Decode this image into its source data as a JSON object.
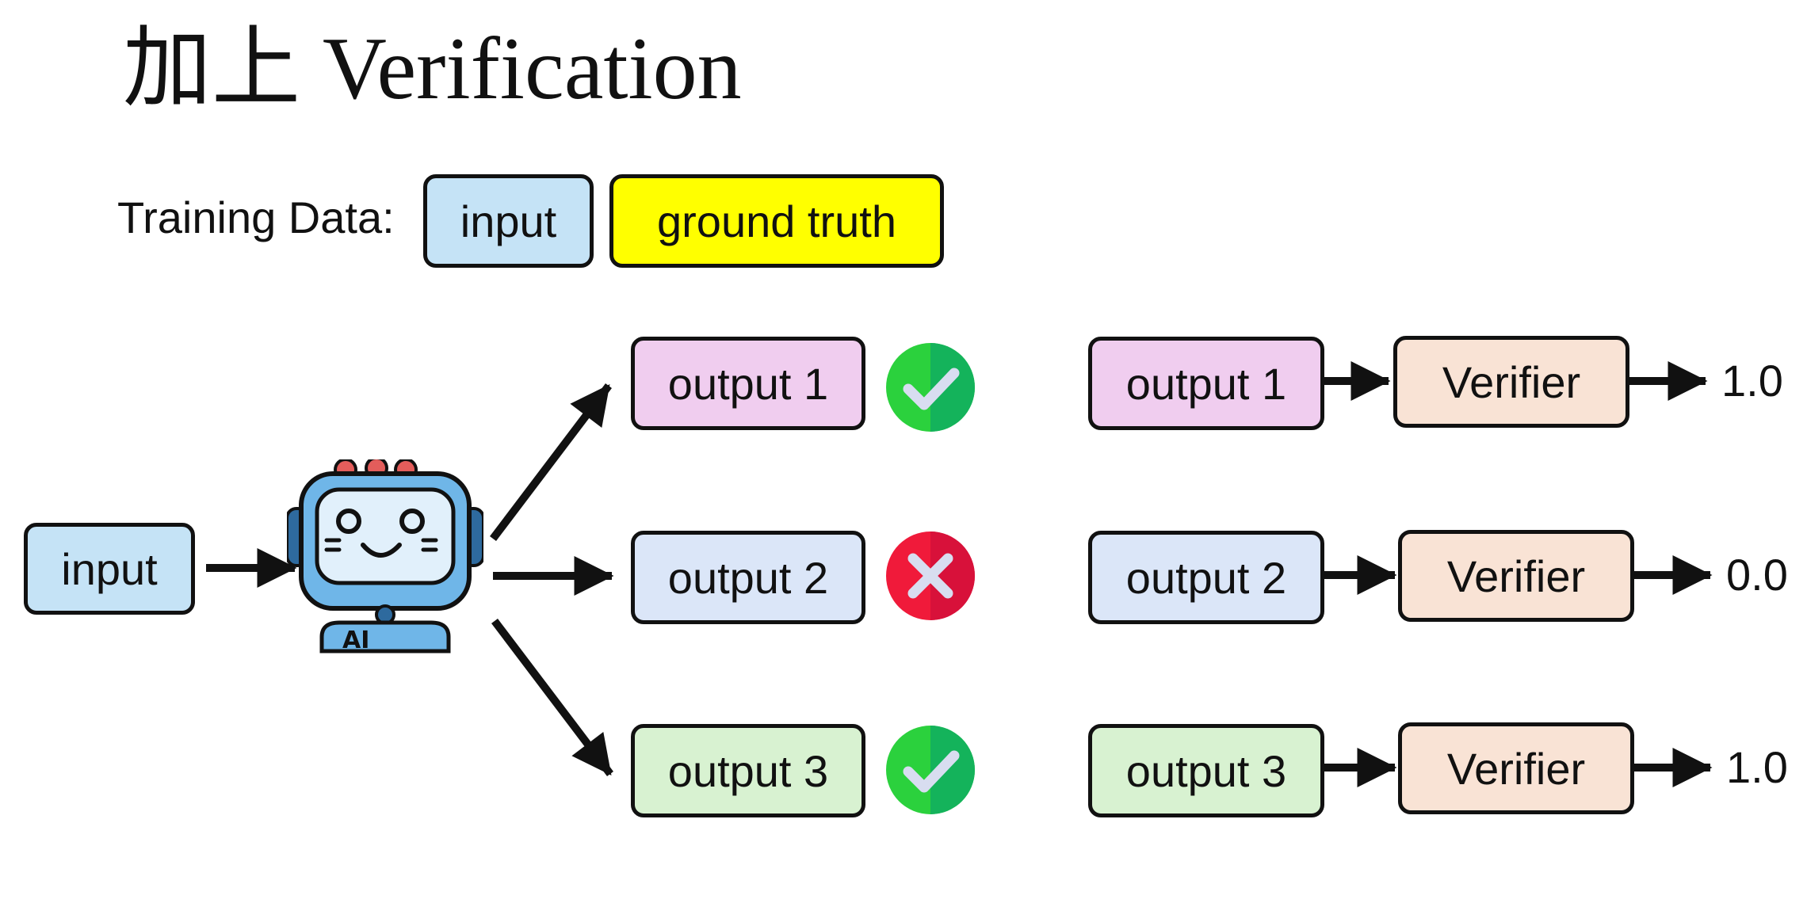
{
  "title": "加上 Verification",
  "training_data": {
    "label": "Training Data:",
    "input": "input",
    "ground_truth": "ground truth"
  },
  "model": {
    "input": "input",
    "badge_text": "AI"
  },
  "outputs": [
    {
      "label": "output 1",
      "status": "correct"
    },
    {
      "label": "output 2",
      "status": "wrong"
    },
    {
      "label": "output 3",
      "status": "correct"
    }
  ],
  "verification": [
    {
      "output": "output 1",
      "verifier": "Verifier",
      "score": "1.0"
    },
    {
      "output": "output 2",
      "verifier": "Verifier",
      "score": "0.0"
    },
    {
      "output": "output 3",
      "verifier": "Verifier",
      "score": "1.0"
    }
  ],
  "colors": {
    "input": "#c5e3f6",
    "ground_truth": "#ffff00",
    "output_1": "#f0cdef",
    "output_2": "#dbe6f8",
    "output_3": "#d8f2d1",
    "verifier": "#f9e3d5",
    "check": "#2bd13d",
    "cross": "#f01a3a"
  }
}
